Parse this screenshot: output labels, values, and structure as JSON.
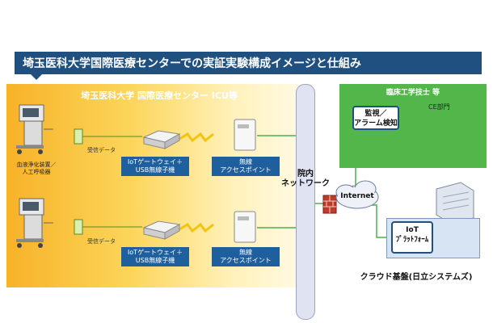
{
  "title": "埼玉医科大学国際医療センターでの実証実験構成イメージと仕組み",
  "hospital": {
    "title": "埼玉医科大学 国際医療センター ICU等"
  },
  "medical_device": {
    "caption_line1": "血液浄化装置／",
    "caption_line2": "人工呼吸器"
  },
  "rows": [
    {
      "recv_label": "受信データ",
      "gateway_line1": "IoTゲートウェイ＋",
      "gateway_line2": "USB無線子機",
      "ap_line1": "無線",
      "ap_line2": "アクセスポイント"
    },
    {
      "recv_label": "受信データ",
      "gateway_line1": "IoTゲートウェイ＋",
      "gateway_line2": "USB無線子機",
      "ap_line1": "無線",
      "ap_line2": "アクセスポイント"
    }
  ],
  "network": {
    "line1": "院内",
    "line2": "ネットワーク"
  },
  "internet": {
    "label": "Internet"
  },
  "ce": {
    "title": "臨床工学技士 等",
    "dept": "CE部門",
    "alert_line1": "監視／",
    "alert_line2": "アラーム検知"
  },
  "cloud": {
    "iot_line1": "IoT",
    "iot_line2": "ﾌﾟﾗｯﾄﾌｫｰﾑ",
    "label": "クラウド基盤(日立システムズ)"
  },
  "colors": {
    "banner": "#1f5080",
    "hospital_gradient_start": "#f7b228",
    "ce_green": "#53b64a",
    "label_blue": "#1f5f9e",
    "link_green": "#4caf50",
    "firewall": "#c0392b"
  }
}
